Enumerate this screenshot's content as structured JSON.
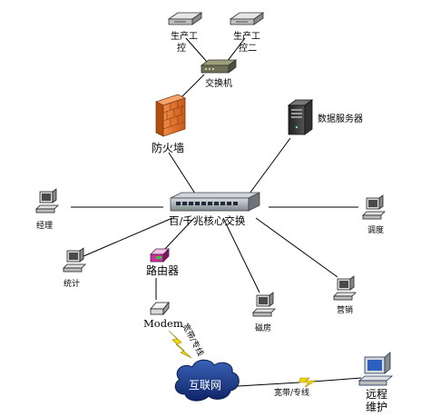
{
  "nodes": {
    "ws1": "生产工控",
    "ws1_line1": "生产工",
    "ws1_line2": "控",
    "ws2": "生产工控二",
    "ws2_line1": "生产工",
    "ws2_line2": "控二",
    "switch": "交换机",
    "firewall": "防火墙",
    "data_server": "数据服务器",
    "core_switch": "百/千兆核心交换",
    "manager": "经理",
    "dispatch": "调度",
    "statistics": "统计",
    "router": "路由器",
    "warehouse": "磁房",
    "sales": "营销",
    "modem": "Modem",
    "internet": "互联网",
    "remote": "远程维护",
    "remote_line1": "远程",
    "remote_line2": "维护"
  },
  "links": {
    "modem_internet": "宽带/专线",
    "internet_remote": "宽带/专线"
  },
  "colors": {
    "line": "#000000",
    "firewall": "#e8762f",
    "cloud": "#1c3a8a",
    "lightning": "#f2d600",
    "core_switch": "#9aa3ad",
    "router": "#c8329a",
    "remote": "#2c5fbf"
  }
}
